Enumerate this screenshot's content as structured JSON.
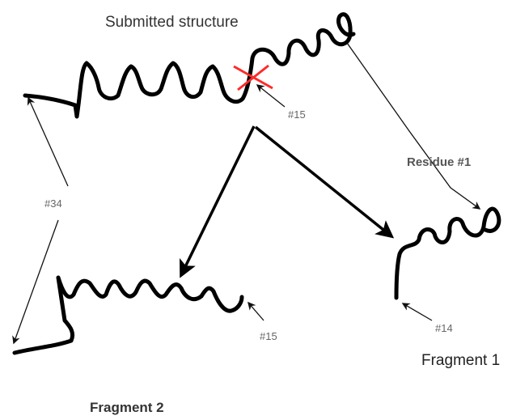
{
  "title": "Submitted structure",
  "labels": {
    "residue_1": "Residue #1",
    "submitted_cut": "#15",
    "left_span": "#34",
    "fragment2_end": "#15",
    "fragment1_end": "#14",
    "fragment1": "Fragment 1",
    "fragment2": "Fragment 2"
  },
  "colors": {
    "backbone": "#000000",
    "cut_marker": "#ff2a2a",
    "text": "#222222"
  },
  "markers": {
    "cut_icon": "red-x-cut-marker"
  }
}
